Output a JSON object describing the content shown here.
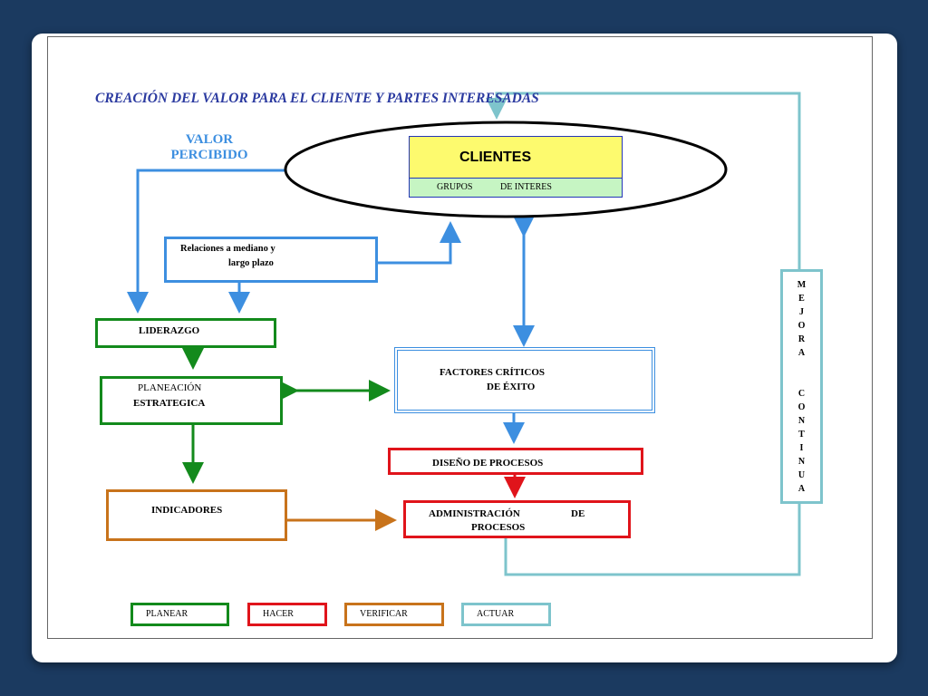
{
  "title": "CREACIÓN DEL VALOR  PARA EL CLIENTE Y PARTES INTERESADAS",
  "valor_percibido": [
    "VALOR",
    "PERCIBIDO"
  ],
  "clientes": {
    "label": "CLIENTES",
    "sub1": "GRUPOS",
    "sub2": "DE INTERES"
  },
  "relaciones": [
    "Relaciones a mediano y",
    "largo plazo"
  ],
  "liderazgo": "LIDERAZGO",
  "planeacion": [
    "PLANEACIÓN",
    "ESTRATEGICA"
  ],
  "factores": [
    "FACTORES CRÍTICOS",
    "DE ÉXITO"
  ],
  "diseno": "DISEÑO DE PROCESOS",
  "indicadores": "INDICADORES",
  "administracion": [
    "ADMINISTRACIÓN",
    "DE",
    "PROCESOS"
  ],
  "mejora": [
    "M",
    "E",
    "J",
    "O",
    "R",
    "A",
    "C",
    "O",
    "N",
    "T",
    "I",
    "N",
    "U",
    "A"
  ],
  "legend": [
    "PLANEAR",
    "HACER",
    "VERIFICAR",
    "ACTUAR"
  ],
  "colors": {
    "planear": "#138a1c",
    "hacer": "#e0141b",
    "verificar": "#c8731b",
    "actuar": "#7ec4cc",
    "blue": "#3d8fe0",
    "title": "#2b3aa0"
  }
}
